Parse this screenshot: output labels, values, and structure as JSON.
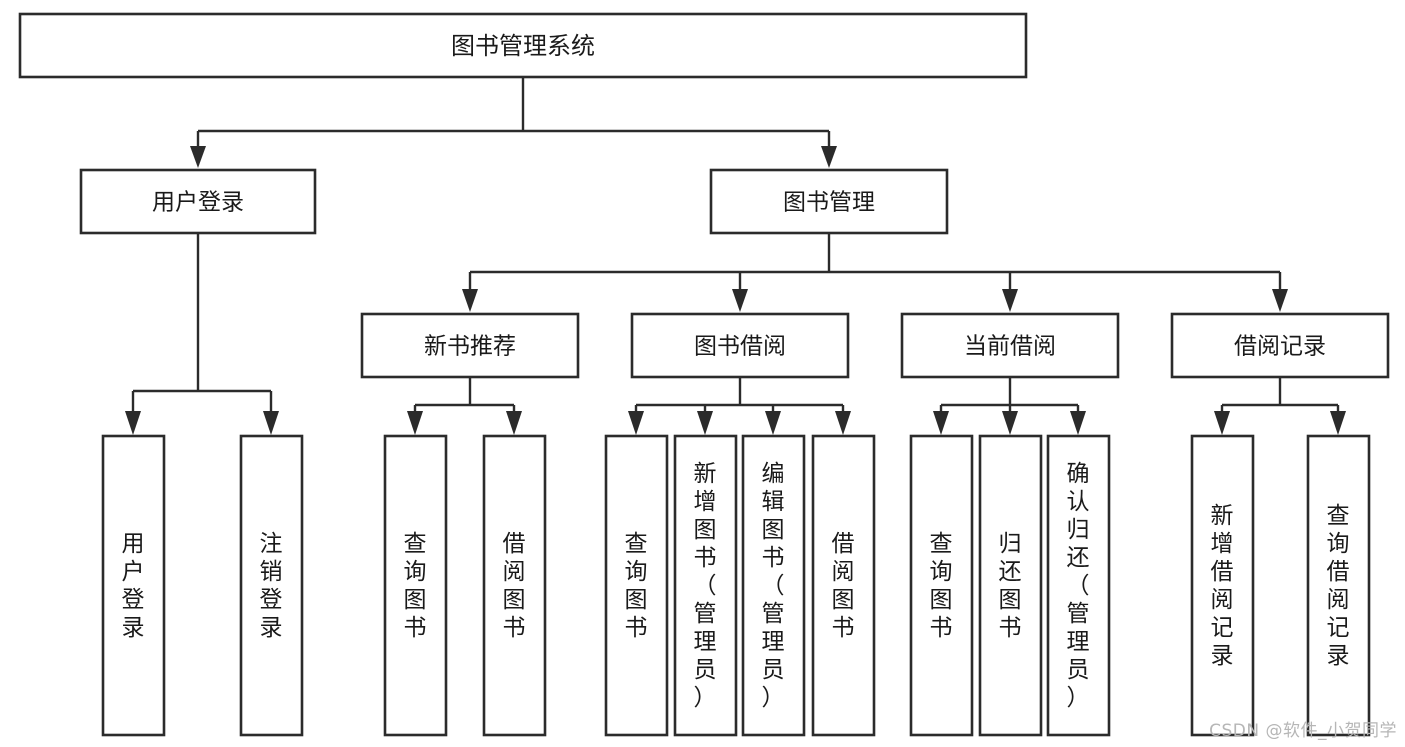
{
  "diagram": {
    "type": "tree",
    "title": "图书管理系统",
    "watermark": "CSDN @软件_小贺同学",
    "colors": {
      "background": "#ffffff",
      "box_stroke": "#2b2b2b",
      "box_fill": "#ffffff",
      "text": "#1a1a1a",
      "watermark": "#b6b6b6"
    },
    "levels": {
      "root": {
        "label": "图书管理系统"
      },
      "level2": [
        {
          "label": "用户登录"
        },
        {
          "label": "图书管理"
        }
      ],
      "level3": [
        {
          "label": "新书推荐"
        },
        {
          "label": "图书借阅"
        },
        {
          "label": "当前借阅"
        },
        {
          "label": "借阅记录"
        }
      ],
      "leaves": {
        "user_login": [
          {
            "label": "用户登录"
          },
          {
            "label": "注销登录"
          }
        ],
        "new_book_recommend": [
          {
            "label": "查询图书"
          },
          {
            "label": "借阅图书"
          }
        ],
        "book_borrow": [
          {
            "label": "查询图书"
          },
          {
            "label": "新增图书（管理员）"
          },
          {
            "label": "编辑图书（管理员）"
          },
          {
            "label": "借阅图书"
          }
        ],
        "current_borrow": [
          {
            "label": "查询图书"
          },
          {
            "label": "归还图书"
          },
          {
            "label": "确认归还（管理员）"
          }
        ],
        "borrow_record": [
          {
            "label": "新增借阅记录"
          },
          {
            "label": "查询借阅记录"
          }
        ]
      }
    }
  }
}
